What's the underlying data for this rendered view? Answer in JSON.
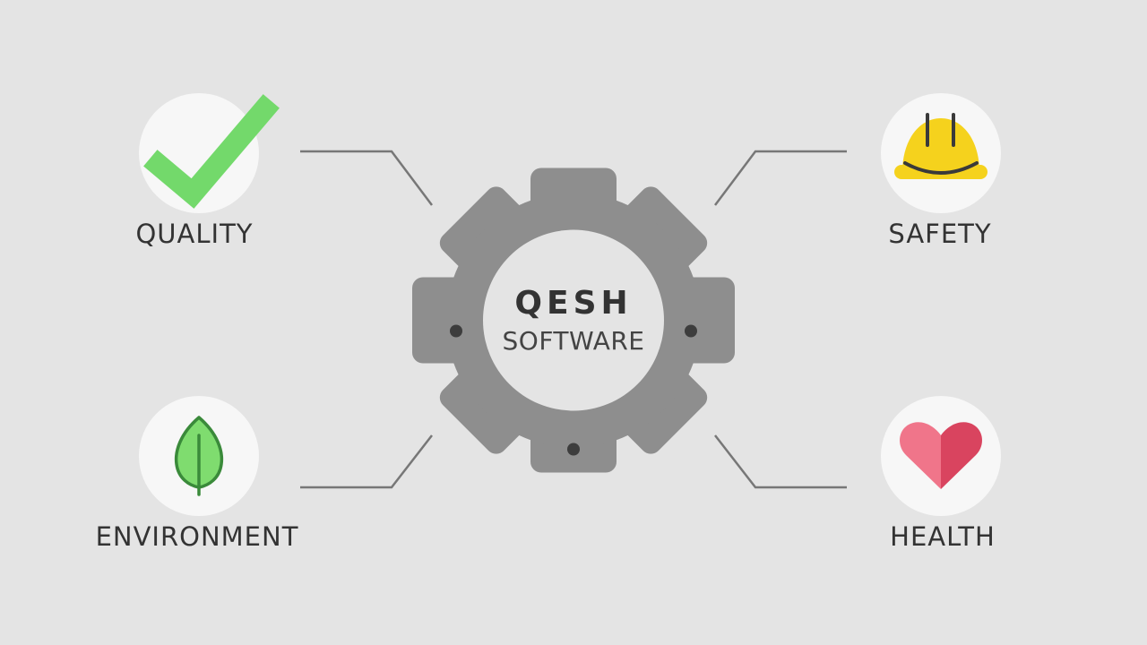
{
  "center": {
    "title": "QESH",
    "subtitle": "SOFTWARE"
  },
  "items": {
    "quality": {
      "label": "QUALITY",
      "icon": "checkmark-icon",
      "color": "#73d96b"
    },
    "safety": {
      "label": "SAFETY",
      "icon": "hard-hat-icon",
      "color": "#f5d21d"
    },
    "environment": {
      "label": "ENVIRONMENT",
      "icon": "leaf-icon",
      "color": "#7fdc6f"
    },
    "health": {
      "label": "HEALTH",
      "icon": "heart-icon",
      "color": "#e6566e"
    }
  },
  "colors": {
    "background": "#e4e4e4",
    "gear": "#8e8e8e",
    "connector": "#777777",
    "text": "#333333"
  }
}
